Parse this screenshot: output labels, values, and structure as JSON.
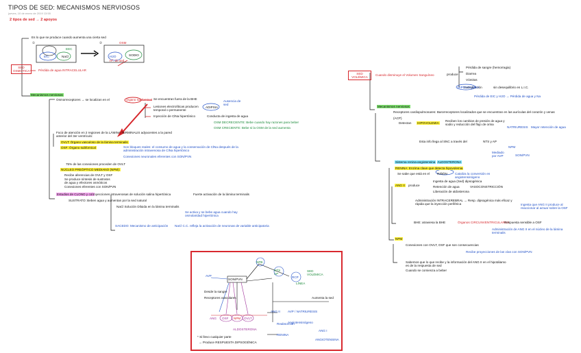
{
  "header": {
    "title": "TIPOS DE SED: MECANISMOS NERVIOSOS",
    "subtitle": "jueves, 10 de enero de 2019    13:55",
    "tag": "2 tipos de sed → 2 apoyos"
  },
  "left": {
    "intro": "Es lo que se produce cuando aumenta una cierta sed",
    "osm_label": "SED OSMÓTICA",
    "osm_def": "Pérdida de agua INTRACELULAR",
    "mech_title": "Mecanismos nerviosos",
    "osmo_line": "Osmorreceptores → se localizan en el",
    "organ": "órgano subfornical",
    "osmo_1": "Se encuentran fuera de la BHE",
    "osmo_2": "Lesiones electrolíticas producen temporal o permanente",
    "osmo_2b": "ADIPSIA",
    "osmo_2c": "Ausencia de sed",
    "osmo_3": "Inyección de ClNa hipertónico",
    "osmo_3b": "Conducta de ingesta de agua",
    "osmo_4": "OSM DECRECIENTE: Bebe cuando hay razones para beber",
    "osmo_5": "OSM CRECIENTE: Bebe si la OSM de la sed aumenta",
    "focus": "Foco de atención en 2 regiones de la LÁMINA TERMINALIS adyacentes a la pared anterior del 3er ventrículo:",
    "ovlt": "OVLT: Órgano vasculoso de la lámina terminalis",
    "osf": "OSF: Órgano subfornical",
    "osf_1": "Son bloques reales: el consumo de agua y la conservación de ClNa después de la administración intravenosa de ClNa hipertónico",
    "osf_2": "Conexiones neuronales eferentes con SON/PVN",
    "pct": "75% de las conexiones proceden de OVLT",
    "nmp": "NÚCLEO PREÓPTICO MEDIANO (NPM):",
    "nmp_1": "Recibe aferencias de OVLT y OSF",
    "nmp_2": "Se produce síntesis de sustratos de agua y efectores osmóticos",
    "nmp_3": "Conexiones eferentes con SON/PVN",
    "studies": "Estudios de CLONO y col.",
    "studies_1": "Inyecciones intravenosas de solución salina hipertónica",
    "studies_1b": "Fuerte activación de la lámina terminalis",
    "sustrato": "SUSTRATO: Beben agua y aumentan por la sed natural",
    "nac1": "NaCl Solución Diluida en la lámina terminalis",
    "nac1b": "Se activa y se bebe agua cuando hay osmolaridad hipertónica",
    "sacedo": "SACEDO: Mecanismo de anticipación",
    "sacedo_b": "NaCl C.C. refleja la activación de neuronas de variable anticipatoria",
    "box1_num": "①",
    "box2_num": "②",
    "box_labels": [
      "EEC",
      "EIC",
      "NaCl",
      "H2O",
      "SODIO",
      "OSM",
      "Hª. de sed"
    ]
  },
  "right": {
    "vol_label": "SED VOLÉMICA",
    "vol_def": "Cuando disminuye el Volumen Sanguíneo",
    "produce": "produce",
    "prod_1": "Pérdida de sangre (hemorragia)",
    "prod_2": "Diarrea",
    "prod_3": "Vómitos",
    "prod_4": "Transpiración",
    "prod_4b": "HIPOVOLEMIA",
    "prod_4c": "sin desequilibrio en L.I.C.",
    "prod_5": "Pérdida de EIC y H2O → Pérdida de agua y Na",
    "mech_title": "Mecanismos nerviosos",
    "baro": "Receptores cardiopulmonares: Barorreceptores localizados que se encuentran en las aurículas del corazón y venas",
    "acp": "(ACP)",
    "detect": "Detectan",
    "hipo": "HIPOVOLEMIA",
    "detect_b": "Reciben los cambios de presión de agua y sodio y reducción del flujo de orina",
    "detect_c": "NATRIURESIS",
    "detect_d": "Mayor retención de agua",
    "via": "Esta info llega al SNC a través del",
    "ntc": "NTS y AP",
    "npm": "NPM",
    "npm_b": "Mediado por AVP",
    "npm_c": "SON/PVN",
    "ralo": "Sistema renina-angiotensina",
    "ralo_b": "ALDOSTERONA",
    "renina": "RENINA: Enzima clave que detecta hipovolemia",
    "renina_b": "Se sabe que está en el",
    "renina_c": "RIÑÓN",
    "renina_d": "Cataliza la conversión en angiotensinógeno",
    "ang": "ANG II",
    "ang_prod": "produce",
    "ang_1": "Ingesta de agua (Sed) dipsogénica",
    "ang_2": "Retención de agua",
    "ang_2b": "VASOCONSTRICCIÓN",
    "ang_3": "Liberación de aldosterona",
    "ang_4": "Administración INTRACEREBRAL → Resp. dipsogénica más eficaz y rápida que la inyección periférica",
    "ang_4b": "Ingesta que ANG II produce al reaccionar al actuar sobre la OSF",
    "ang_5": "BHE: atraviesa la BHE",
    "ang_5b": "Órganos CIRCUNVENTRICULARES",
    "ang_5c": "Respuesta sensible a OSF",
    "ang_5d": "Administración de ANG II en el núcleo de la lámina terminalis",
    "npm_title": "NPM",
    "npm_1": "Conexiones con OVLT, OSF que son consecuencias",
    "npm_1b": "Recibe proyecciones de las vías con SON/PVN",
    "npm_2": "Sabemos que lo que recibe y la información del ANG II en el hipotálamo es de la respuesta de sed",
    "npm_2b": "Cuando se comienza a beber"
  },
  "diagram": {
    "center": "SON/PVN",
    "nodes": [
      "NPB",
      "NTS AP",
      "RCP",
      "OSF",
      "NPM",
      "OVLT",
      "AVP",
      "ANG",
      "ANG II"
    ],
    "side_1": "SED VOLÉMICA",
    "side_2": "Desde la sangre",
    "side_3": "Receptores vasculares",
    "side_4": "Aumenta la sed",
    "lbl_1": "AVP / NATRIURESIS",
    "lbl_2": "LÍNEA",
    "lbl_3": "Angiotensinógeno",
    "lbl_4": "RENINA",
    "lbl_5": "ANG I",
    "lbl_6": "ANGIOTENSINA",
    "lbl_7": "ALDOSTERONA",
    "lbl_8": "Reabsorción",
    "footer_1": "* Si llevo cualquier parte",
    "footer_2": "→ Produce RESPUESTA DIPSOGÉNICA"
  }
}
